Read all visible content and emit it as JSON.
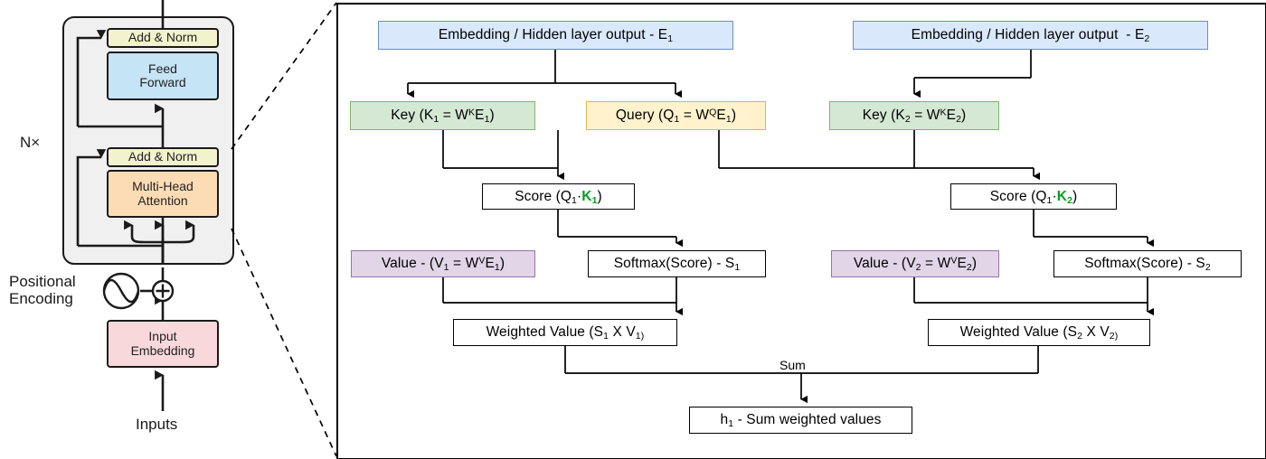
{
  "diagram": {
    "title": "Transformer encoder with expanded self-attention computation",
    "colors": {
      "blue_fill": "#dae8fc",
      "blue_border": "#6c8ebf",
      "green_fill": "#d5e8d4",
      "green_border": "#82b366",
      "yellow_fill": "#fff2cc",
      "yellow_border": "#d6b656",
      "purple_fill": "#e1d5e7",
      "purple_border": "#9673a6",
      "key_highlight": "#00a21f",
      "addnorm_fill": "#f2f2cd",
      "feedforward_fill": "#c5e4f5",
      "attention_fill": "#fbdcb4",
      "input_embedding_fill": "#f9d8dc",
      "encoder_block_fill": "#f0f0f0"
    }
  },
  "left_panel": {
    "repeat_label": "N×",
    "positional_encoding_label": "Positional\nEncoding",
    "inputs_label": "Inputs",
    "plus_symbol": "⊕",
    "blocks": [
      {
        "id": "add-norm-top",
        "label": "Add & Norm"
      },
      {
        "id": "feed-forward",
        "label": "Feed\nForward"
      },
      {
        "id": "add-norm-bottom",
        "label": "Add & Norm"
      },
      {
        "id": "multi-head-attention",
        "label": "Multi-Head\nAttention"
      },
      {
        "id": "input-embedding",
        "label": "Input\nEmbedding"
      }
    ]
  },
  "right_panel": {
    "sum_label": "Sum",
    "nodes": [
      {
        "id": "embedding-e1",
        "color": "blue",
        "html": "Embedding / Hidden layer output - E<sub>1</sub>",
        "text": "Embedding / Hidden layer output - E1"
      },
      {
        "id": "embedding-e2",
        "color": "blue",
        "html": "Embedding / Hidden layer output &nbsp;- E<sub>2</sub>",
        "text": "Embedding / Hidden layer output  - E2"
      },
      {
        "id": "key-1",
        "color": "green",
        "html": "Key (K<sub>1</sub> = W<sup>K</sup>E<sub>1</sub>)",
        "text": "Key (K1 = WKE1)"
      },
      {
        "id": "query-1",
        "color": "yellow",
        "html": "Query (Q<sub>1</sub> = W<sup>Q</sup>E<sub>1</sub>)",
        "text": "Query (Q1 = WQE1)"
      },
      {
        "id": "key-2",
        "color": "green",
        "html": "Key (K<sub>2</sub> = W<sup>K</sup>E<sub>2</sub>)",
        "text": "Key (K2 = WKE2)"
      },
      {
        "id": "score-1",
        "color": "plain",
        "html": "Score (Q<sub>1</sub>&#183;<span class=\"kgreen\">K<sub>1</sub></span>)",
        "text": "Score (Q1 · K1)"
      },
      {
        "id": "score-2",
        "color": "plain",
        "html": "Score (Q<sub>1</sub>&#183;<span class=\"kgreen\">K<sub>2</sub></span>)",
        "text": "Score (Q1 · K2)"
      },
      {
        "id": "value-1",
        "color": "purple",
        "html": "Value - (V<sub>1</sub> = W<sup>V</sup>E<sub>1</sub>)",
        "text": "Value - (V1 = WVE1)"
      },
      {
        "id": "softmax-1",
        "color": "plain",
        "html": "Softmax(Score) - S<sub>1</sub>",
        "text": "Softmax(Score) - S1"
      },
      {
        "id": "value-2",
        "color": "purple",
        "html": "Value - (V<sub>2</sub> = W<sup>V</sup>E<sub>2</sub>)",
        "text": "Value - (V2 = WVE2)"
      },
      {
        "id": "softmax-2",
        "color": "plain",
        "html": "Softmax(Score) - S<sub>2</sub>",
        "text": "Softmax(Score) - S2"
      },
      {
        "id": "weighted-value-1",
        "color": "plain",
        "html": "Weighted Value (S<sub>1</sub> X V<sub>1)</sub>",
        "text": "Weighted Value (S1 X V1)"
      },
      {
        "id": "weighted-value-2",
        "color": "plain",
        "html": "Weighted Value (S<sub>2</sub> X V<sub>2)</sub>",
        "text": "Weighted Value (S2 X V2)"
      },
      {
        "id": "sum-weighted-values",
        "color": "plain",
        "html": "h<sub>1</sub> - Sum weighted values",
        "text": "h1 - Sum weighted values"
      }
    ]
  }
}
